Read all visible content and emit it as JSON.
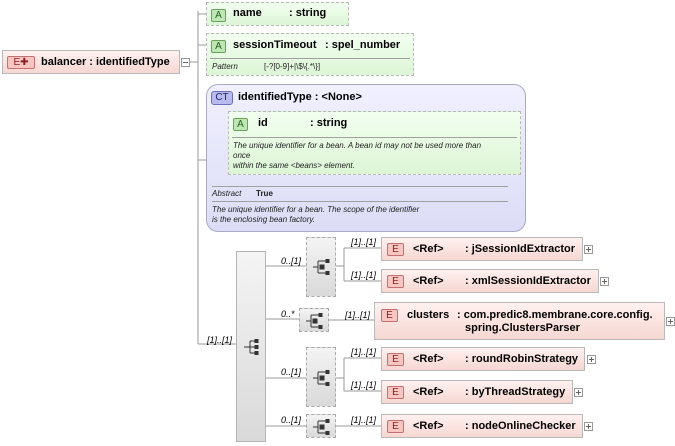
{
  "root": {
    "badge": "E",
    "label": "balancer : identifiedType"
  },
  "attributes": {
    "name": {
      "badge": "A",
      "name": "name",
      "type": ": string"
    },
    "sessionTimeout": {
      "badge": "A",
      "name": "sessionTimeout",
      "type": ": spel_number",
      "pattern_label": "Pattern",
      "pattern_value": "[-?[0-9]+|\\$\\{.*\\}]"
    }
  },
  "complex_type": {
    "badge": "CT",
    "label": "identifiedType : <None>",
    "id_attr": {
      "badge": "A",
      "name": "id",
      "type": ": string",
      "doc_line1": "The unique identifier for a bean. A bean id may not be used more than",
      "doc_line2": "once",
      "doc_line3": "within the same <beans> element."
    },
    "abstract_label": "Abstract",
    "abstract_value": "True",
    "doc_line1": "The unique identifier for a bean. The scope of the identifier",
    "doc_line2": "is the enclosing bean factory."
  },
  "sequence": {
    "occurrence": "[1]..[1]"
  },
  "choices": [
    {
      "occurrence": "0..[1]"
    },
    {
      "occurrence": "0..*"
    },
    {
      "occurrence": "0..[1]"
    },
    {
      "occurrence": "0..[1]"
    }
  ],
  "elements": [
    {
      "occurrence": "[1]..[1]",
      "badge": "E",
      "ref": "<Ref>",
      "name": ": jSessionIdExtractor"
    },
    {
      "occurrence": "[1]..[1]",
      "badge": "E",
      "ref": "<Ref>",
      "name": ": xmlSessionIdExtractor"
    },
    {
      "occurrence": "[1]..[1]",
      "badge": "E",
      "ref": "clusters",
      "name_line1": ": com.predic8.membrane.core.config.",
      "name_line2": "spring.ClustersParser"
    },
    {
      "occurrence": "[1]..[1]",
      "badge": "E",
      "ref": "<Ref>",
      "name": ": roundRobinStrategy"
    },
    {
      "occurrence": "[1]..[1]",
      "badge": "E",
      "ref": "<Ref>",
      "name": ": byThreadStrategy"
    },
    {
      "occurrence": "[1]..[1]",
      "badge": "E",
      "ref": "<Ref>",
      "name": ": nodeOnlineChecker"
    }
  ]
}
